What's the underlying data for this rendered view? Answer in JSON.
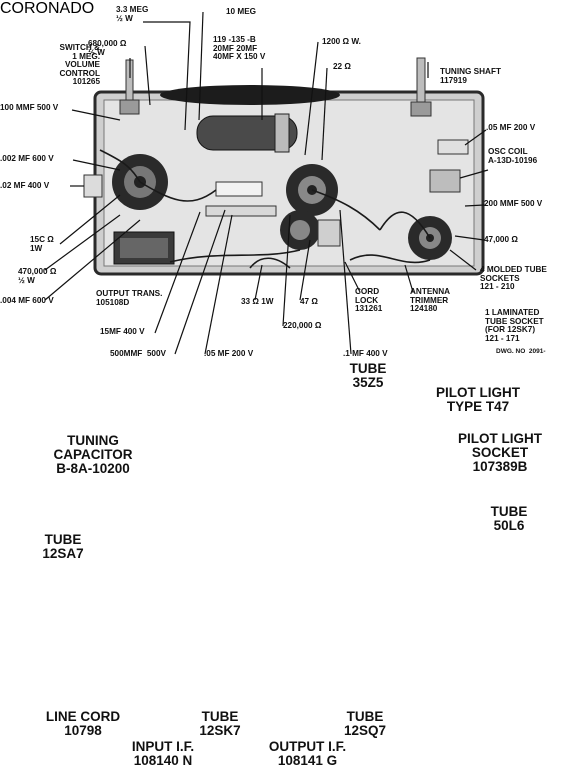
{
  "figure": {
    "top_view": {
      "labels": [
        {
          "key": "r33meg",
          "lines": [
            "3.3 MEG",
            "½ W"
          ]
        },
        {
          "key": "r10meg",
          "lines": [
            "10 MEG"
          ]
        },
        {
          "key": "switch",
          "lines": [
            "SWITCH &",
            "1 MEG.",
            "VOLUME",
            "CONTROL",
            "101265"
          ]
        },
        {
          "key": "r680k",
          "lines": [
            "680,000 Ω",
            "½ W"
          ]
        },
        {
          "key": "cap119",
          "lines": [
            "119 -135 -B",
            "20MF 20MF",
            "40MF X 150 V"
          ]
        },
        {
          "key": "r1200",
          "lines": [
            "1200 Ω W."
          ]
        },
        {
          "key": "r22",
          "lines": [
            "22 Ω"
          ]
        },
        {
          "key": "shaft",
          "lines": [
            "TUNING SHAFT",
            "117919"
          ]
        },
        {
          "key": "c100mmf",
          "lines": [
            "100 MMF 500 V"
          ]
        },
        {
          "key": "c002",
          "lines": [
            ".002 MF 600 V"
          ]
        },
        {
          "key": "c02",
          "lines": [
            ".02 MF 400 V"
          ]
        },
        {
          "key": "c05top",
          "lines": [
            ".05 MF 200 V"
          ]
        },
        {
          "key": "osccoil",
          "lines": [
            "OSC COIL",
            "A-13D-10196"
          ]
        },
        {
          "key": "c200mmf",
          "lines": [
            "200 MMF 500 V"
          ]
        },
        {
          "key": "r15",
          "lines": [
            "15C Ω",
            "1W"
          ]
        },
        {
          "key": "r47000",
          "lines": [
            "47,000 Ω"
          ]
        },
        {
          "key": "r470k",
          "lines": [
            "470,000 Ω",
            "½ W"
          ]
        },
        {
          "key": "molded",
          "lines": [
            "4 MOLDED TUBE",
            "SOCKETS",
            "121 - 210"
          ]
        },
        {
          "key": "c004",
          "lines": [
            ".004 MF 600 V"
          ]
        },
        {
          "key": "outtrans",
          "lines": [
            "OUTPUT TRANS.",
            "105108D"
          ]
        },
        {
          "key": "r33",
          "lines": [
            "33 Ω 1W"
          ]
        },
        {
          "key": "r47",
          "lines": [
            "47 Ω"
          ]
        },
        {
          "key": "cordlock",
          "lines": [
            "CORD",
            "LOCK",
            "131261"
          ]
        },
        {
          "key": "antenna",
          "lines": [
            "ANTENNA",
            "TRIMMER",
            "124180"
          ]
        },
        {
          "key": "laminated",
          "lines": [
            "1 LAMINATED",
            "TUBE SOCKET",
            "(FOR 12SK7)",
            "121 - 171"
          ]
        },
        {
          "key": "r220k",
          "lines": [
            "220,000 Ω"
          ]
        },
        {
          "key": "dwg",
          "lines": [
            "DWG. NO  2091-"
          ]
        },
        {
          "key": "c15mf",
          "lines": [
            "15MF 400 V"
          ]
        },
        {
          "key": "c500mmf",
          "lines": [
            "500MMF  500V"
          ]
        },
        {
          "key": "c05bot",
          "lines": [
            ".05 MF 200 V"
          ]
        },
        {
          "key": "c1mf",
          "lines": [
            ".1 MF 400 V"
          ]
        }
      ]
    },
    "bottom_view": {
      "labels": [
        {
          "key": "tube35z5",
          "lines": [
            "TUBE",
            "35Z5"
          ]
        },
        {
          "key": "pilottype",
          "lines": [
            "PILOT LIGHT",
            "TYPE T47"
          ]
        },
        {
          "key": "tuningcap",
          "lines": [
            "TUNING",
            "CAPACITOR",
            "B-8A-10200"
          ]
        },
        {
          "key": "pilotsocket",
          "lines": [
            "PILOT LIGHT",
            "SOCKET",
            "107389B"
          ]
        },
        {
          "key": "tube50l6",
          "lines": [
            "TUBE",
            "50L6"
          ]
        },
        {
          "key": "tube12sa7",
          "lines": [
            "TUBE",
            "12SA7"
          ]
        },
        {
          "key": "linecord",
          "lines": [
            "LINE CORD",
            "10798"
          ]
        },
        {
          "key": "tube12sk7",
          "lines": [
            "TUBE",
            "12SK7"
          ]
        },
        {
          "key": "tube12sq7",
          "lines": [
            "TUBE",
            "12SQ7"
          ]
        },
        {
          "key": "inputif",
          "lines": [
            "INPUT I.F.",
            "108140 N"
          ]
        },
        {
          "key": "outputif",
          "lines": [
            "OUTPUT I.F.",
            "108141 G"
          ]
        }
      ],
      "brand_plate": "CORONADO"
    }
  },
  "colors": {
    "ink": "#111111",
    "metal_light": "#d6d6d6",
    "metal_mid": "#9a9a9a",
    "metal_dark": "#3a3a3a",
    "paper": "#ffffff"
  }
}
